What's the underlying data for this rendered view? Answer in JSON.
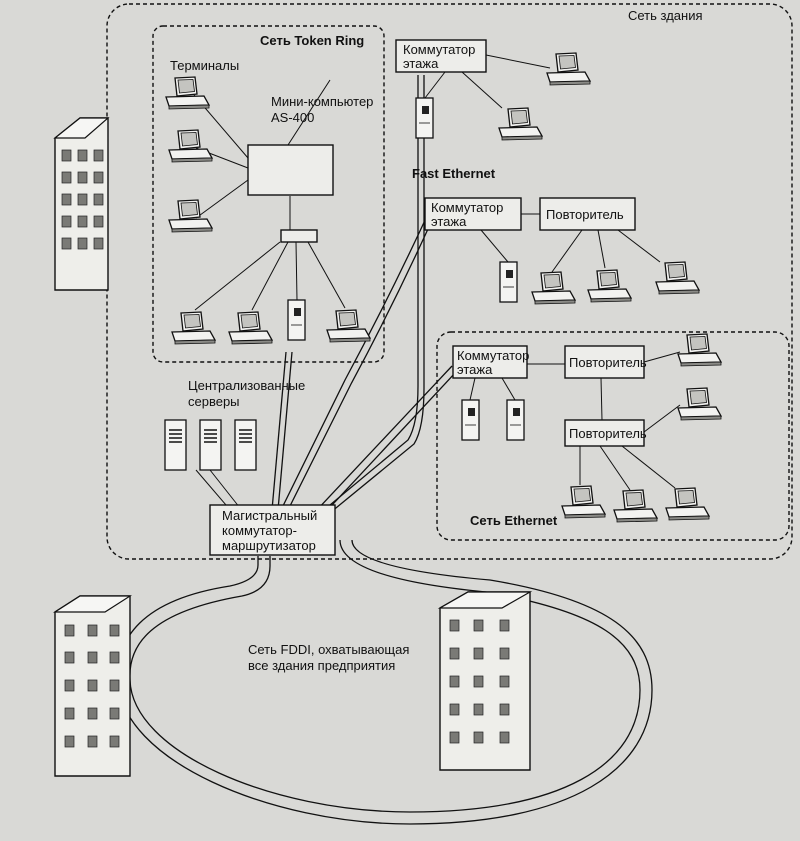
{
  "labels": {
    "building_network": "Сеть здания",
    "token_ring": "Сеть Token Ring",
    "terminals": "Терминалы",
    "minicomputer_line1": "Мини-компьютер",
    "minicomputer_line2": "AS-400",
    "floor_switch_top_line1": "Коммутатор",
    "floor_switch_top_line2": "этажа",
    "fast_ethernet": "Fast Ethernet",
    "floor_switch_fe_line1": "Коммутатор",
    "floor_switch_fe_line2": "этажа",
    "repeater_fe": "Повторитель",
    "central_servers_line1": "Централизованные",
    "central_servers_line2": "серверы",
    "floor_switch_eth_line1": "Коммутатор",
    "floor_switch_eth_line2": "этажа",
    "repeater_eth_1": "Повторитель",
    "repeater_eth_2": "Повторитель",
    "ethernet": "Сеть Ethernet",
    "backbone_line1": "Магистральный",
    "backbone_line2": "коммутатор-",
    "backbone_line3": "маршрутизатор",
    "fddi_line1": "Сеть FDDI, охватывающая",
    "fddi_line2": "все здания предприятия"
  },
  "icons": {
    "workstation": "desktop-computer-icon",
    "server": "tower-server-icon",
    "building": "office-building-icon"
  }
}
